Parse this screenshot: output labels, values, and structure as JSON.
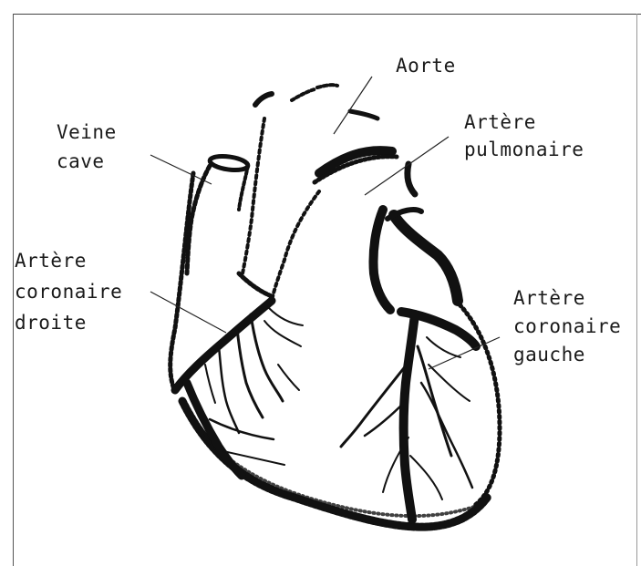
{
  "labels": {
    "aorte": "Aorte",
    "pulmonary_1": "Artère",
    "pulmonary_2": "pulmonaire",
    "vena_cava_1": "Veine",
    "vena_cava_2": "cave",
    "right_coronary_1": "Artère",
    "right_coronary_2": "coronaire",
    "right_coronary_3": "droite",
    "left_coronary_1": "Artère",
    "left_coronary_2": "coronaire",
    "left_coronary_3": "gauche"
  },
  "colors": {
    "ink": "#111111",
    "text": "#1a1a1a",
    "background": "#ffffff"
  }
}
